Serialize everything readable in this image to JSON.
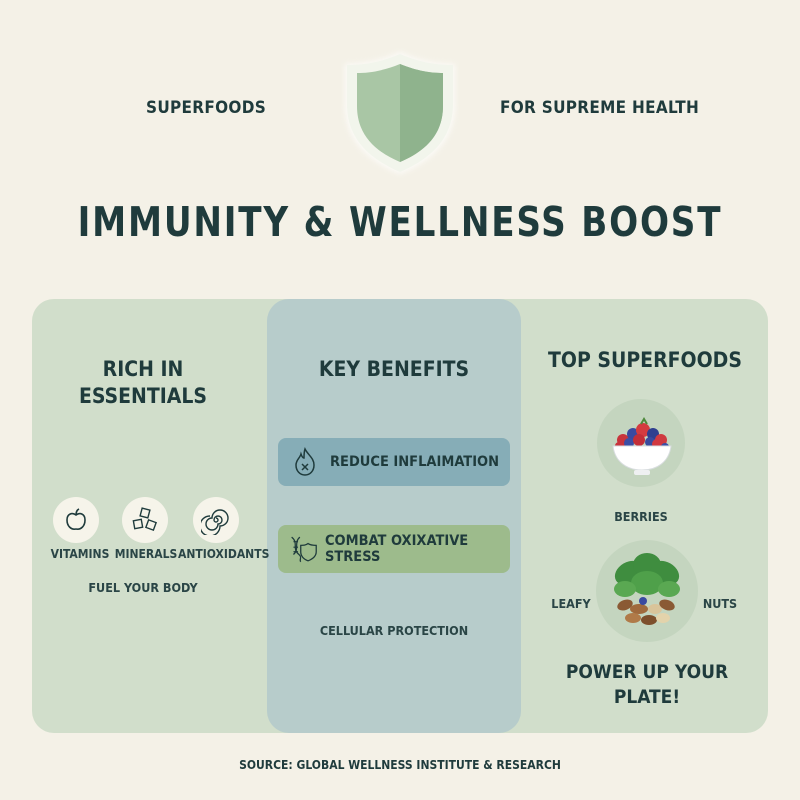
{
  "header": {
    "left_label": "SUPERFOODS",
    "right_label": "FOR SUPREME HEALTH",
    "title": "IMMUNITY & WELLNESS BOOST"
  },
  "essentials": {
    "title_line1": "RICH IN",
    "title_line2": "ESSENTIALS",
    "items": [
      {
        "label": "VITAMINS",
        "icon": "apple-icon"
      },
      {
        "label": "MINERALS",
        "icon": "minerals-icon"
      },
      {
        "label": "ANTIOXIDANTS",
        "icon": "spiral-icon"
      }
    ],
    "caption": "FUEL YOUR BODY"
  },
  "benefits": {
    "title": "KEY BENEFITS",
    "items": [
      {
        "label": "REDUCE INFLAIMATION",
        "icon": "flame-icon"
      },
      {
        "label": "COMBAT OXIXATIVE STRESS",
        "icon": "dna-shield-icon"
      }
    ],
    "caption": "CELLULAR PROTECTION"
  },
  "superfoods": {
    "title": "TOP SUPERFOODS",
    "berries_label": "BERRIES",
    "leafy_label": "LEAFY",
    "nuts_label": "NUTS",
    "cta_line1": "POWER UP YOUR",
    "cta_line2": "PLATE!"
  },
  "footer": {
    "source": "SOURCE: GLOBAL WELLNESS INSTITUTE & RESEARCH"
  },
  "colors": {
    "background": "#f4f1e7",
    "panel_green": "#d1decb",
    "panel_blue": "#b7cccb",
    "pill_blue": "#86adb7",
    "pill_green": "#9dbb8c",
    "text_dark": "#1f3b3c",
    "shield_green": "#9ebf9c"
  }
}
